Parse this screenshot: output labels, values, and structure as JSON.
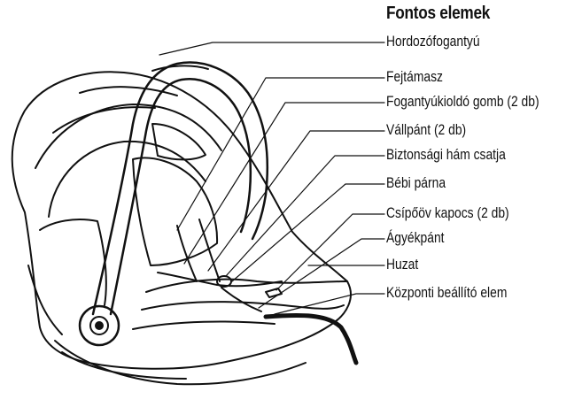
{
  "diagram": {
    "title": "Fontos elemek",
    "parts": [
      {
        "id": "handle",
        "label": "Hordozófogantyú"
      },
      {
        "id": "headrest",
        "label": "Fejtámasz"
      },
      {
        "id": "handle-release",
        "label": "Fogantyúkioldó gomb (2 db)"
      },
      {
        "id": "shoulder-strap",
        "label": "Vállpánt (2 db)"
      },
      {
        "id": "harness-buckle",
        "label": "Biztonsági hám csatja"
      },
      {
        "id": "baby-cushion",
        "label": "Bébi párna"
      },
      {
        "id": "lap-belt-clip",
        "label": "Csípőöv kapocs (2 db)"
      },
      {
        "id": "crotch-strap",
        "label": "Ágyékpánt"
      },
      {
        "id": "cover",
        "label": "Huzat"
      },
      {
        "id": "central-adjuster",
        "label": "Központi beállító elem"
      }
    ]
  }
}
